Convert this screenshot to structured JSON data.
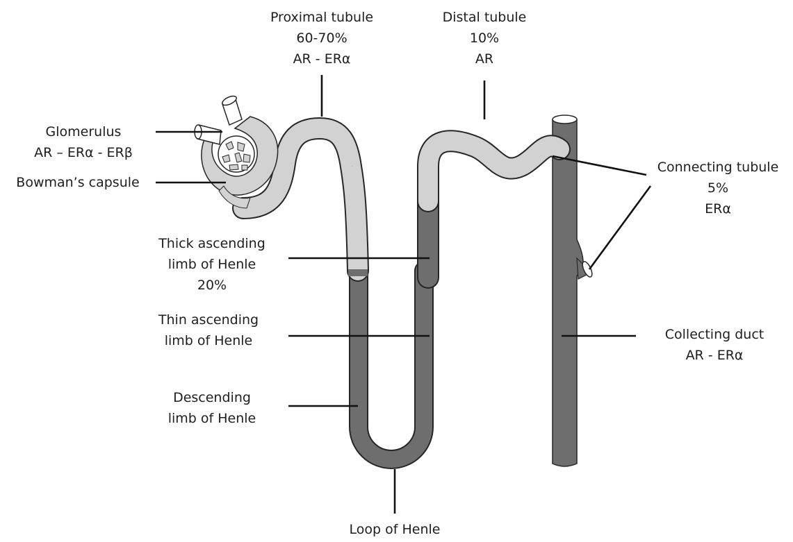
{
  "labels": {
    "proximal_tubule": {
      "name": "Proximal tubule",
      "percent": "60-70%",
      "receptors": "AR - ERα"
    },
    "distal_tubule": {
      "name": "Distal tubule",
      "percent": "10%",
      "receptors": "AR"
    },
    "glomerulus": {
      "name": "Glomerulus",
      "receptors": "AR – ERα - ERβ"
    },
    "bowmans_capsule": {
      "name": "Bowman’s capsule"
    },
    "connecting_tubule": {
      "name": "Connecting tubule",
      "percent": "5%",
      "receptors": "ERα"
    },
    "thick_ascending_limb": {
      "line1": "Thick ascending",
      "line2": "limb of Henle",
      "percent": "20%"
    },
    "thin_ascending_limb": {
      "line1": "Thin ascending",
      "line2": "limb of Henle"
    },
    "descending_limb": {
      "line1": "Descending",
      "line2": "limb of Henle"
    },
    "collecting_duct": {
      "name": "Collecting duct",
      "receptors": "AR - ERα"
    },
    "loop_of_henle": {
      "name": "Loop of Henle"
    }
  },
  "colors": {
    "light_segment": "#d2d2d2",
    "dark_segment": "#6e6e6e",
    "outline": "#262626",
    "leader_line": "#111111"
  }
}
